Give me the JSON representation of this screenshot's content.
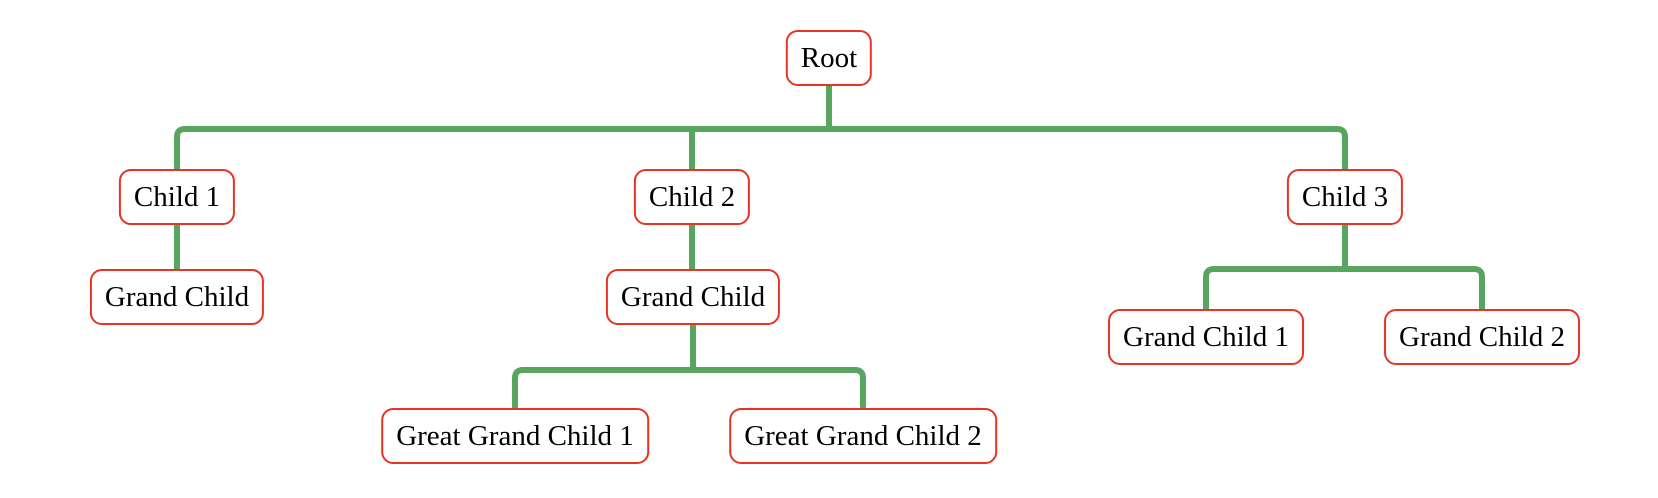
{
  "diagram": {
    "type": "tree",
    "colors": {
      "edge": "#57a55f",
      "node_border": "#e63323",
      "node_bg": "#ffffff",
      "node_text": "#000000"
    },
    "nodes": [
      {
        "id": "root",
        "label": "Root",
        "parent": null
      },
      {
        "id": "child-1",
        "label": "Child 1",
        "parent": "root"
      },
      {
        "id": "child-2",
        "label": "Child 2",
        "parent": "root"
      },
      {
        "id": "child-3",
        "label": "Child 3",
        "parent": "root"
      },
      {
        "id": "grand-child-of-1",
        "label": "Grand Child",
        "parent": "child-1"
      },
      {
        "id": "grand-child-of-2",
        "label": "Grand Child",
        "parent": "child-2"
      },
      {
        "id": "great-grand-child-1",
        "label": "Great Grand Child 1",
        "parent": "grand-child-of-2"
      },
      {
        "id": "great-grand-child-2",
        "label": "Great Grand Child 2",
        "parent": "grand-child-of-2"
      },
      {
        "id": "grand-child-1",
        "label": "Grand Child 1",
        "parent": "child-3"
      },
      {
        "id": "grand-child-2",
        "label": "Grand Child 2",
        "parent": "child-3"
      }
    ]
  }
}
